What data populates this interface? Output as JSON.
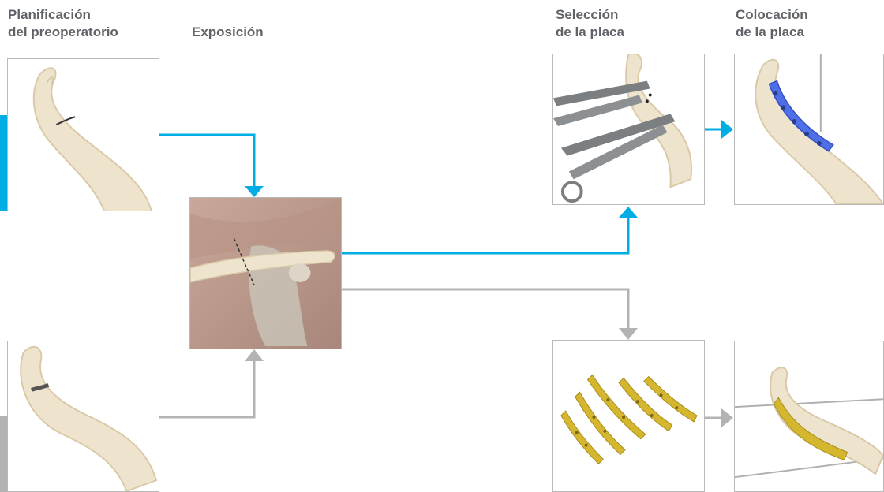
{
  "headings": {
    "planning": "Planificación\ndel preoperatorio",
    "exposure": "Exposición",
    "selection": "Selección\nde la placa",
    "placement": "Colocación\nde la placa"
  },
  "colors": {
    "blue_path": "#00aee3",
    "gray_path": "#b3b3b3",
    "bone": "#eee3cd",
    "bone_shade": "#d9c9a8",
    "plate_blue": "#4f6fe8",
    "plate_gold": "#d4b72f",
    "instrument": "#7c7f82"
  },
  "icons": {
    "bone_panel": "clavicle-bone-illustration",
    "exposure_panel": "shoulder-exposure-illustration",
    "sizer_panel": "plate-sizer-forceps-illustration",
    "blue_plate_panel": "blue-plate-on-clavicle-illustration",
    "gold_plates_panel": "gold-plate-set-illustration",
    "gold_plate_panel": "gold-plate-on-clavicle-illustration"
  }
}
